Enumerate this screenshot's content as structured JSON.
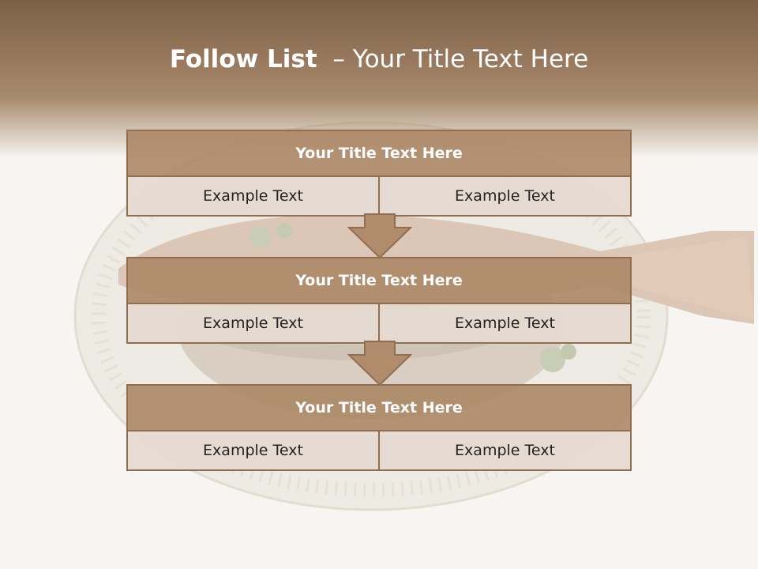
{
  "slide": {
    "title_bold": "Follow List",
    "title_rest": "– Your Title Text Here"
  },
  "steps": [
    {
      "title": "Your Title Text Here",
      "left": "Example Text",
      "right": "Example Text"
    },
    {
      "title": "Your Title Text Here",
      "left": "Example Text",
      "right": "Example Text"
    },
    {
      "title": "Your Title Text Here",
      "left": "Example Text",
      "right": "Example Text"
    }
  ],
  "colors": {
    "header_band": "#7c6046",
    "block_header": "#ac8766",
    "block_cell": "#e5dad1",
    "border": "#8f6e52",
    "arrow": "#b08c6c"
  },
  "icons": {
    "connector": "down-arrow-icon",
    "background": "fish-plate-photo"
  }
}
